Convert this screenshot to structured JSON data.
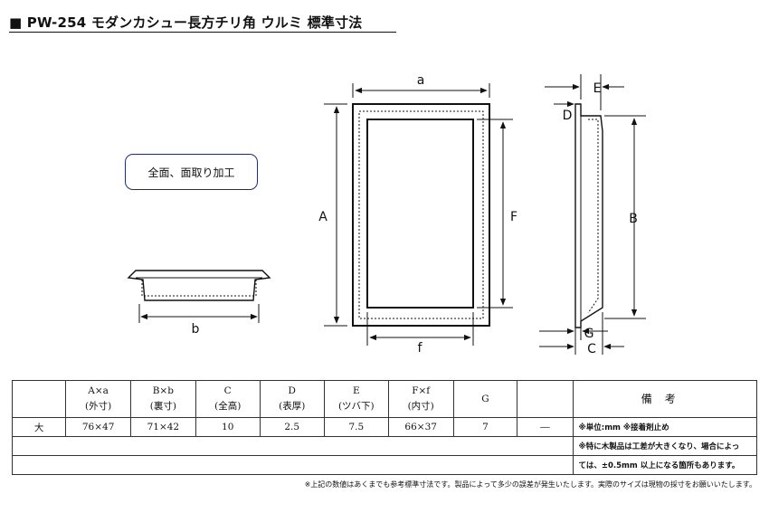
{
  "title": "■ PW-254 モダンカシュー長方チリ角 ウルミ 標準寸法",
  "note": "全面、面取り加工",
  "dimension_labels": {
    "a": "a",
    "A": "A",
    "F": "F",
    "f": "f",
    "b": "b",
    "E": "E",
    "D": "D",
    "B": "B",
    "G": "G",
    "C": "C"
  },
  "table": {
    "headers": [
      {
        "top": "",
        "bottom": ""
      },
      {
        "top": "A×a",
        "bottom": "(外寸)"
      },
      {
        "top": "B×b",
        "bottom": "(裏寸)"
      },
      {
        "top": "C",
        "bottom": "(全高)"
      },
      {
        "top": "D",
        "bottom": "(表厚)"
      },
      {
        "top": "E",
        "bottom": "(ツバ下)"
      },
      {
        "top": "F×f",
        "bottom": "(内寸)"
      },
      {
        "top": "G",
        "bottom": ""
      },
      {
        "top": "",
        "bottom": ""
      }
    ],
    "remarks_header": "備考",
    "row": {
      "size": "大",
      "values": [
        "76×47",
        "71×42",
        "10",
        "2.5",
        "7.5",
        "66×37",
        "7",
        "―"
      ]
    },
    "remarks": [
      "※単位:mm ※接着剤止め",
      "※特に木製品は工差が大きくなり、場合によっ",
      "ては、±0.5mm 以上になる箇所もあります。"
    ]
  },
  "footnote": "※上記の数値はあくまでも参考標準寸法です。製品によって多少の誤差が発生いたします。実際のサイズは現物の採寸をお願いいたします。"
}
